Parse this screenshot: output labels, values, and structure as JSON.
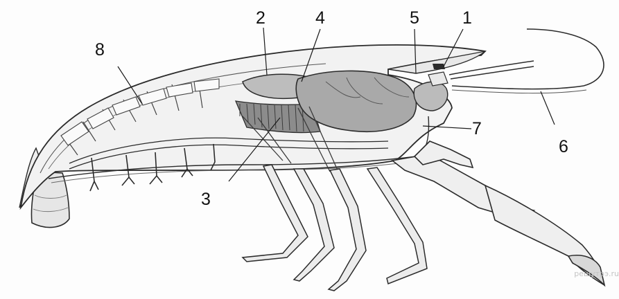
{
  "labels": {
    "one": "1",
    "two": "2",
    "three": "3",
    "four": "4",
    "five": "5",
    "six": "6",
    "seven": "7",
    "eight": "8"
  },
  "watermark": "решутрэ.ru",
  "colors": {
    "ink": "#2b2b2b",
    "shell": "#f1f1f1",
    "organ": "#a9a9a9",
    "organ_dark": "#8c8c8c",
    "tissue": "#cfcfcf",
    "label": "#111111"
  }
}
